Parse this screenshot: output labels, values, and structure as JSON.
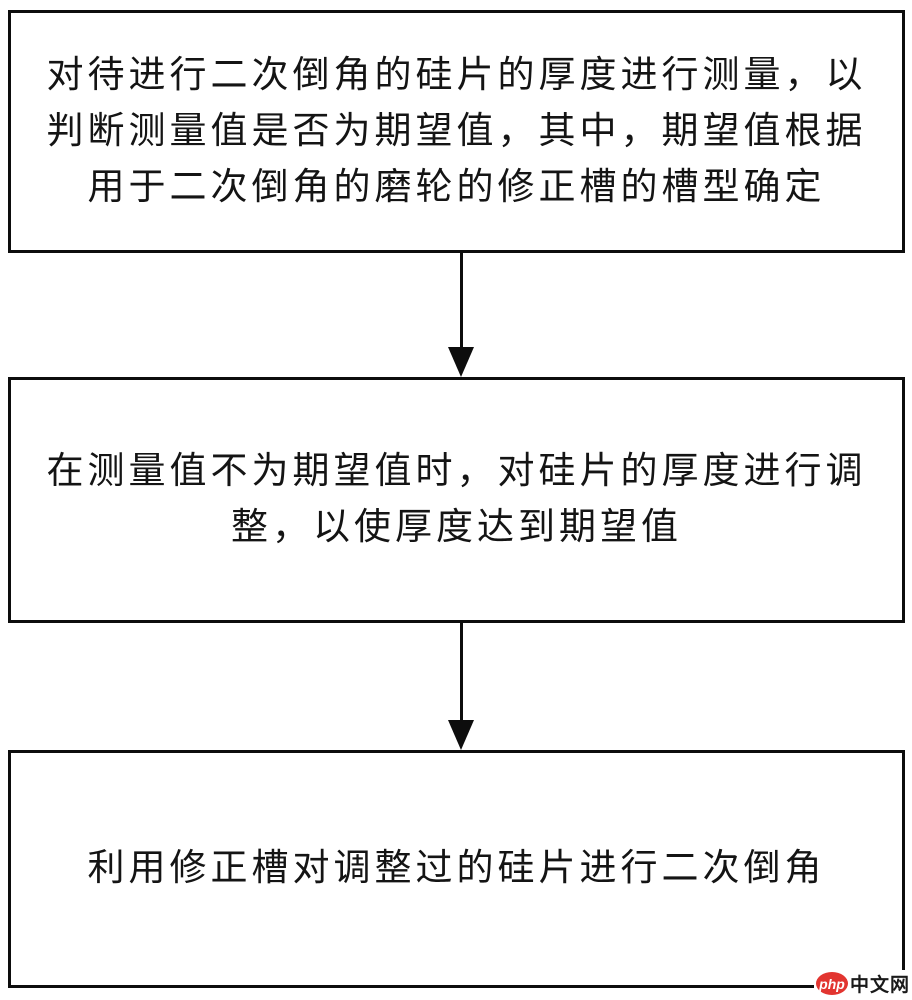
{
  "figure": {
    "background_color": "#ffffff",
    "border_color": "#0d0d0d",
    "text_color": "#141414",
    "boxes": [
      {
        "name": "step-1-measure-thickness",
        "lines": [
          "对待进行二次倒角的硅片的厚度进行测量，以",
          "判断测量值是否为期望值，其中，期望值根据",
          "用于二次倒角的磨轮的修正槽的槽型确定"
        ]
      },
      {
        "name": "step-2-adjust-thickness",
        "lines": [
          "在测量值不为期望值时，对硅片的厚度进行调",
          "整，以使厚度达到期望值"
        ]
      },
      {
        "name": "step-3-secondary-chamfer",
        "lines": [
          "利用修正槽对调整过的硅片进行二次倒角"
        ]
      }
    ]
  },
  "watermark": {
    "logo_text": "php",
    "site_text": "中文网",
    "logo_bg_color": "#e23530",
    "logo_text_color": "#ffffff",
    "site_text_color": "#1a1a1a"
  }
}
